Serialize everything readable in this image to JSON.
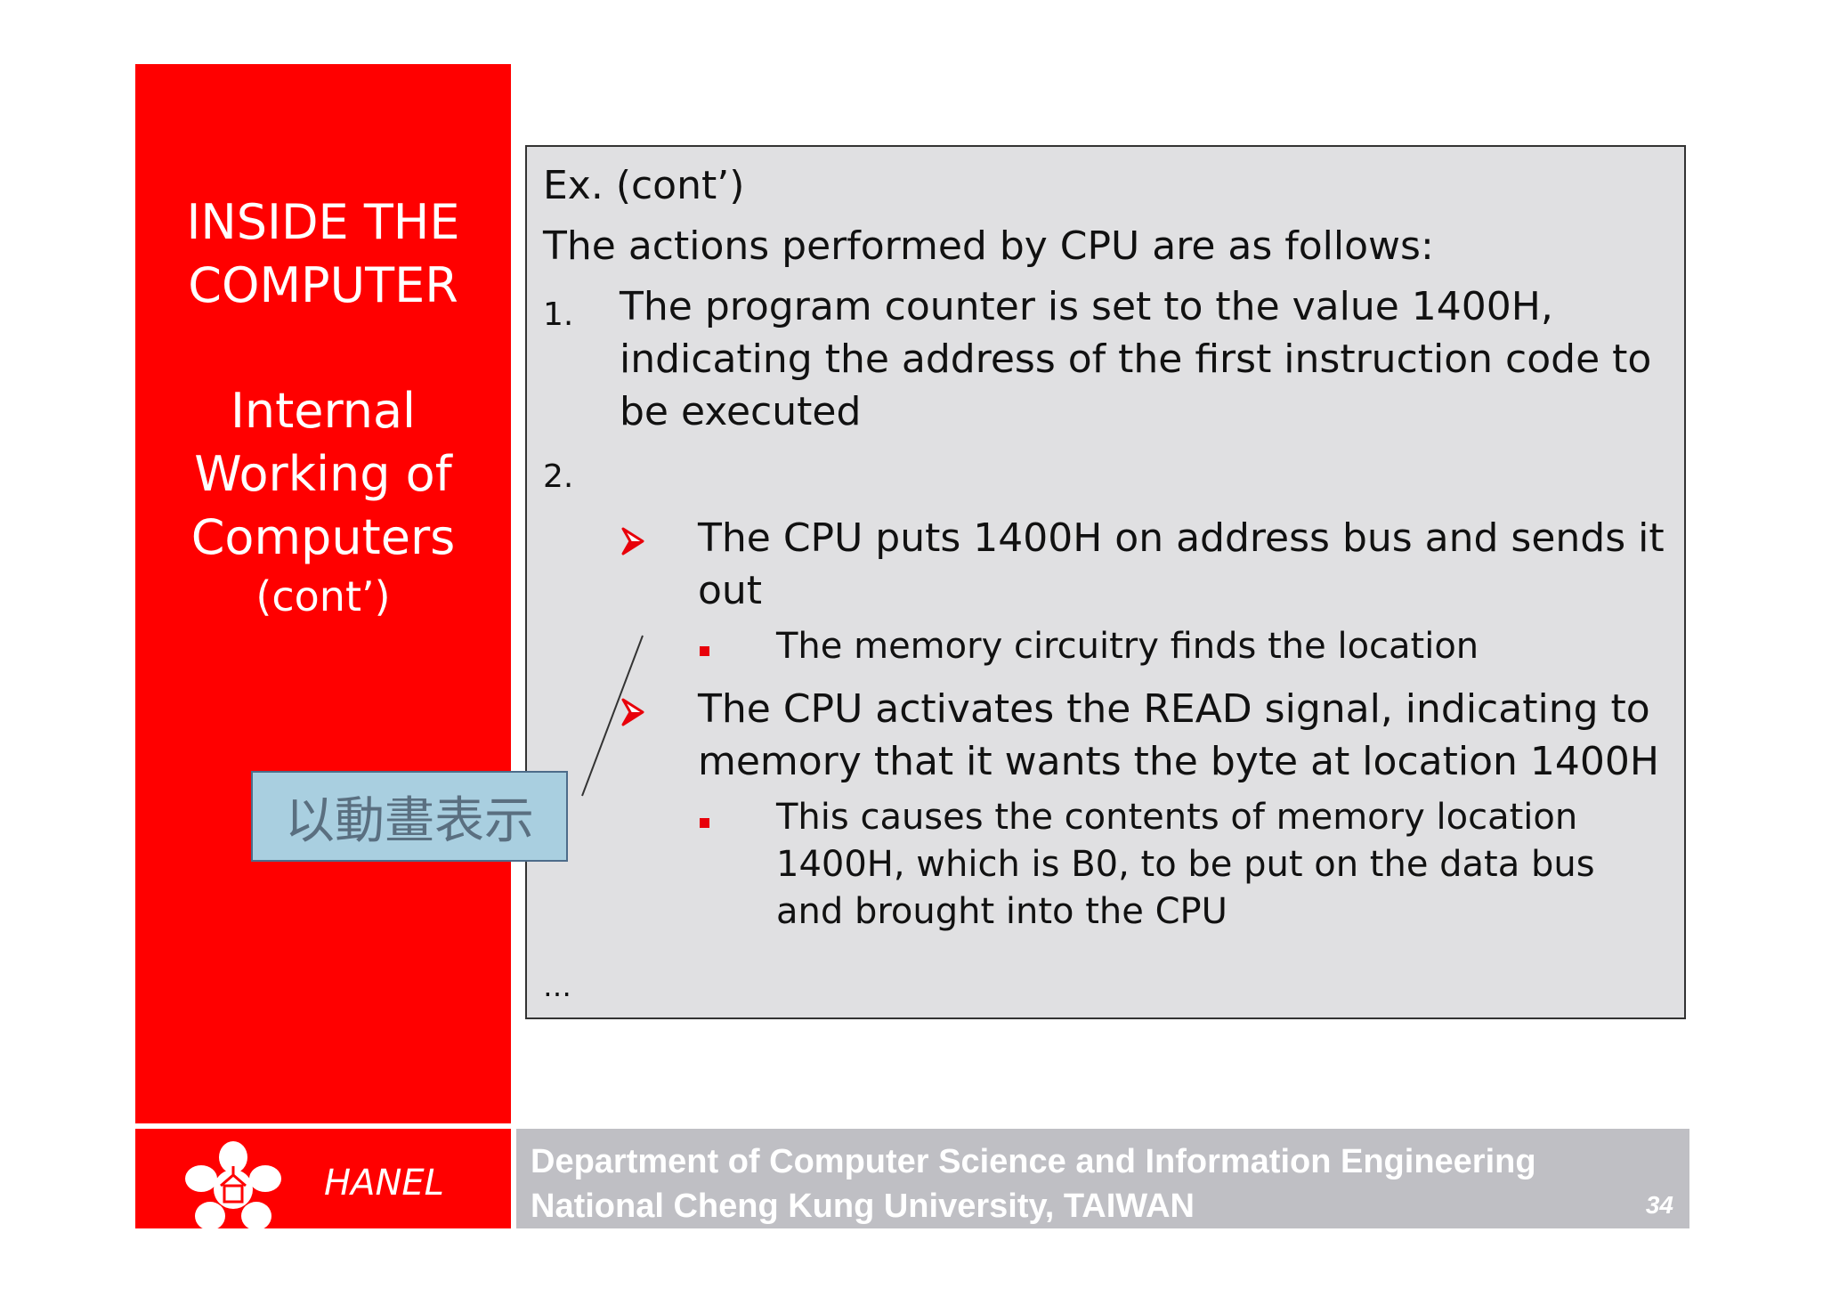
{
  "sidebar": {
    "title_lines": [
      "INSIDE THE",
      "COMPUTER"
    ],
    "subtitle_lines": [
      "Internal",
      "Working of",
      "Computers"
    ],
    "subtitle_cont": "(cont’)"
  },
  "content": {
    "heading": "Ex. (cont’)",
    "intro": "The actions performed by CPU are as follows:",
    "item1_number": "1.",
    "item1_text": "The program counter is set to the value 1400H, indicating the address of the first instruction code to be executed",
    "item2_number": "2.",
    "bullets": [
      {
        "text": "The CPU puts 1400H on address bus and sends it out",
        "sub": "The memory circuitry finds the location"
      },
      {
        "text": "The CPU activates the READ signal, indicating to memory that it wants the byte at location 1400H",
        "sub": "This causes the contents of memory location 1400H, which is B0, to be put on the data bus and brought into the CPU"
      }
    ],
    "ellipsis": "…"
  },
  "animation_button": {
    "label": "以動畫表示"
  },
  "footer": {
    "author": "HANEL",
    "department": "Department of Computer Science and Information Engineering",
    "university": "National Cheng Kung University, TAIWAN",
    "page_number": "34"
  },
  "colors": {
    "sidebar_red": "#ff0000",
    "content_bg": "#e0e0e2",
    "footer_gray": "#bfbfc4",
    "bullet_red": "#e8000a",
    "button_blue": "#a9cfe0"
  },
  "icons": {
    "bullet_level1": "arrow-bullet-icon",
    "bullet_level2": "square-bullet-icon",
    "logo": "university-logo-icon"
  }
}
